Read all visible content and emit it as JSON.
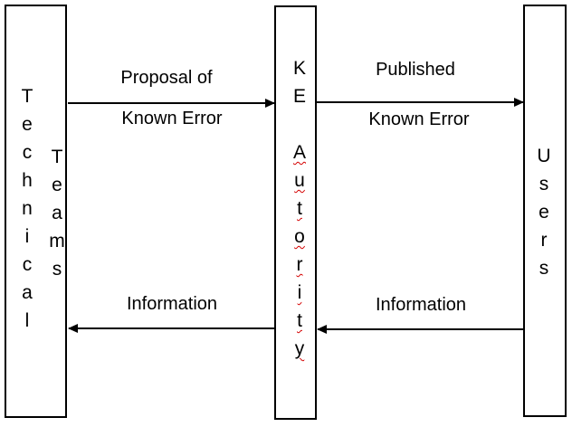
{
  "colors": {
    "background": "#ffffff",
    "box_border": "#000000",
    "text": "#000000",
    "arrow": "#000000",
    "spellcheck_squiggle": "#d40000"
  },
  "boxes": {
    "technical_teams": {
      "name": "Technical Teams",
      "column1_vertical": "T\ne\nc\nh\nn\ni\nc\na\nl",
      "column2_vertical": "T\ne\na\nm\ns"
    },
    "ke_autority": {
      "name": "KE Autority",
      "line1_vertical": "K\nE",
      "line2_vertical": "A\nu\nt\no\nr\ni\nt\ny",
      "spellcheck_flagged": "Autority"
    },
    "users": {
      "name": "Users",
      "vertical": "U\ns\ne\nr\ns"
    }
  },
  "arrows": {
    "proposal": {
      "label_line1": "Proposal of",
      "label_line2": "Known Error",
      "from": "Technical Teams",
      "to": "KE Autority",
      "direction": "right"
    },
    "published": {
      "label_line1": "Published",
      "label_line2": "Known Error",
      "from": "KE Autority",
      "to": "Users",
      "direction": "right"
    },
    "info_users_to_ke": {
      "label": "Information",
      "from": "Users",
      "to": "KE Autority",
      "direction": "left"
    },
    "info_ke_to_teams": {
      "label": "Information",
      "from": "KE Autority",
      "to": "Technical Teams",
      "direction": "left"
    }
  }
}
